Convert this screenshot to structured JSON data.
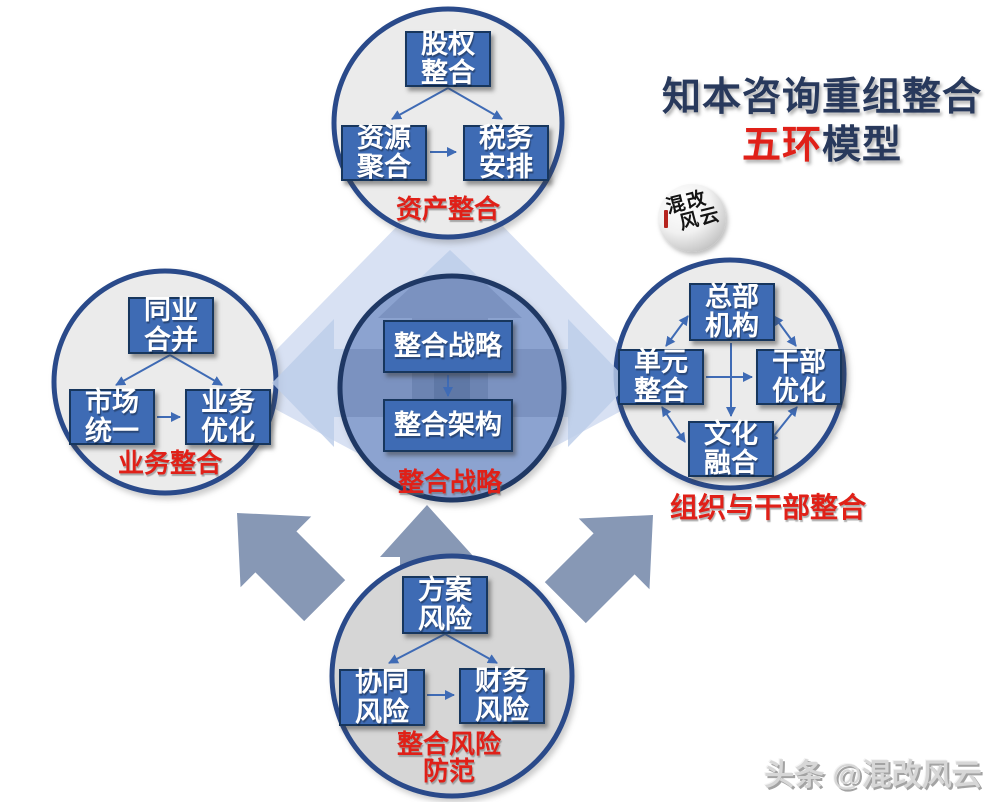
{
  "title": {
    "line1": "知本咨询重组整合",
    "line2_highlight": "五环",
    "line2_rest": "模型"
  },
  "logo": {
    "top": "混改",
    "bottom": "风云"
  },
  "watermark": "头条 @混改风云",
  "colors": {
    "node_fill": "#3E6BB4",
    "node_border": "#17365D",
    "ring_border": "#2A4A8A",
    "center_border": "#1F3864",
    "center_fill": "#8CA3D0",
    "outer_fill": "#EBEBEB",
    "risk_fill": "#D6D6D6",
    "accent_red": "#E02018",
    "title_navy": "#28395C",
    "arrow_light_blue": "#BCCDE9",
    "arrow_gray": "#8798B5",
    "diamond": "#D8E1F3",
    "connector": "#3F6BB5"
  },
  "rings": {
    "asset": {
      "label": "资产整合",
      "nodes": {
        "equity": "股权\n整合",
        "resource": "资源\n聚合",
        "tax": "税务\n安排"
      }
    },
    "business": {
      "label": "业务整合",
      "nodes": {
        "merger": "同业\n合并",
        "market": "市场\n统一",
        "optimize": "业务\n优化"
      }
    },
    "strategy": {
      "label": "整合战略",
      "nodes": {
        "strategy": "整合战略",
        "architecture": "整合架构"
      }
    },
    "organization": {
      "label": "组织与干部整合",
      "nodes": {
        "hq": "总部\n机构",
        "unit": "单元\n整合",
        "cadre": "干部\n优化",
        "culture": "文化\n融合"
      }
    },
    "risk": {
      "label": "整合风险\n防范",
      "nodes": {
        "plan": "方案\n风险",
        "synergy": "协同\n风险",
        "finance": "财务\n风险"
      }
    }
  }
}
